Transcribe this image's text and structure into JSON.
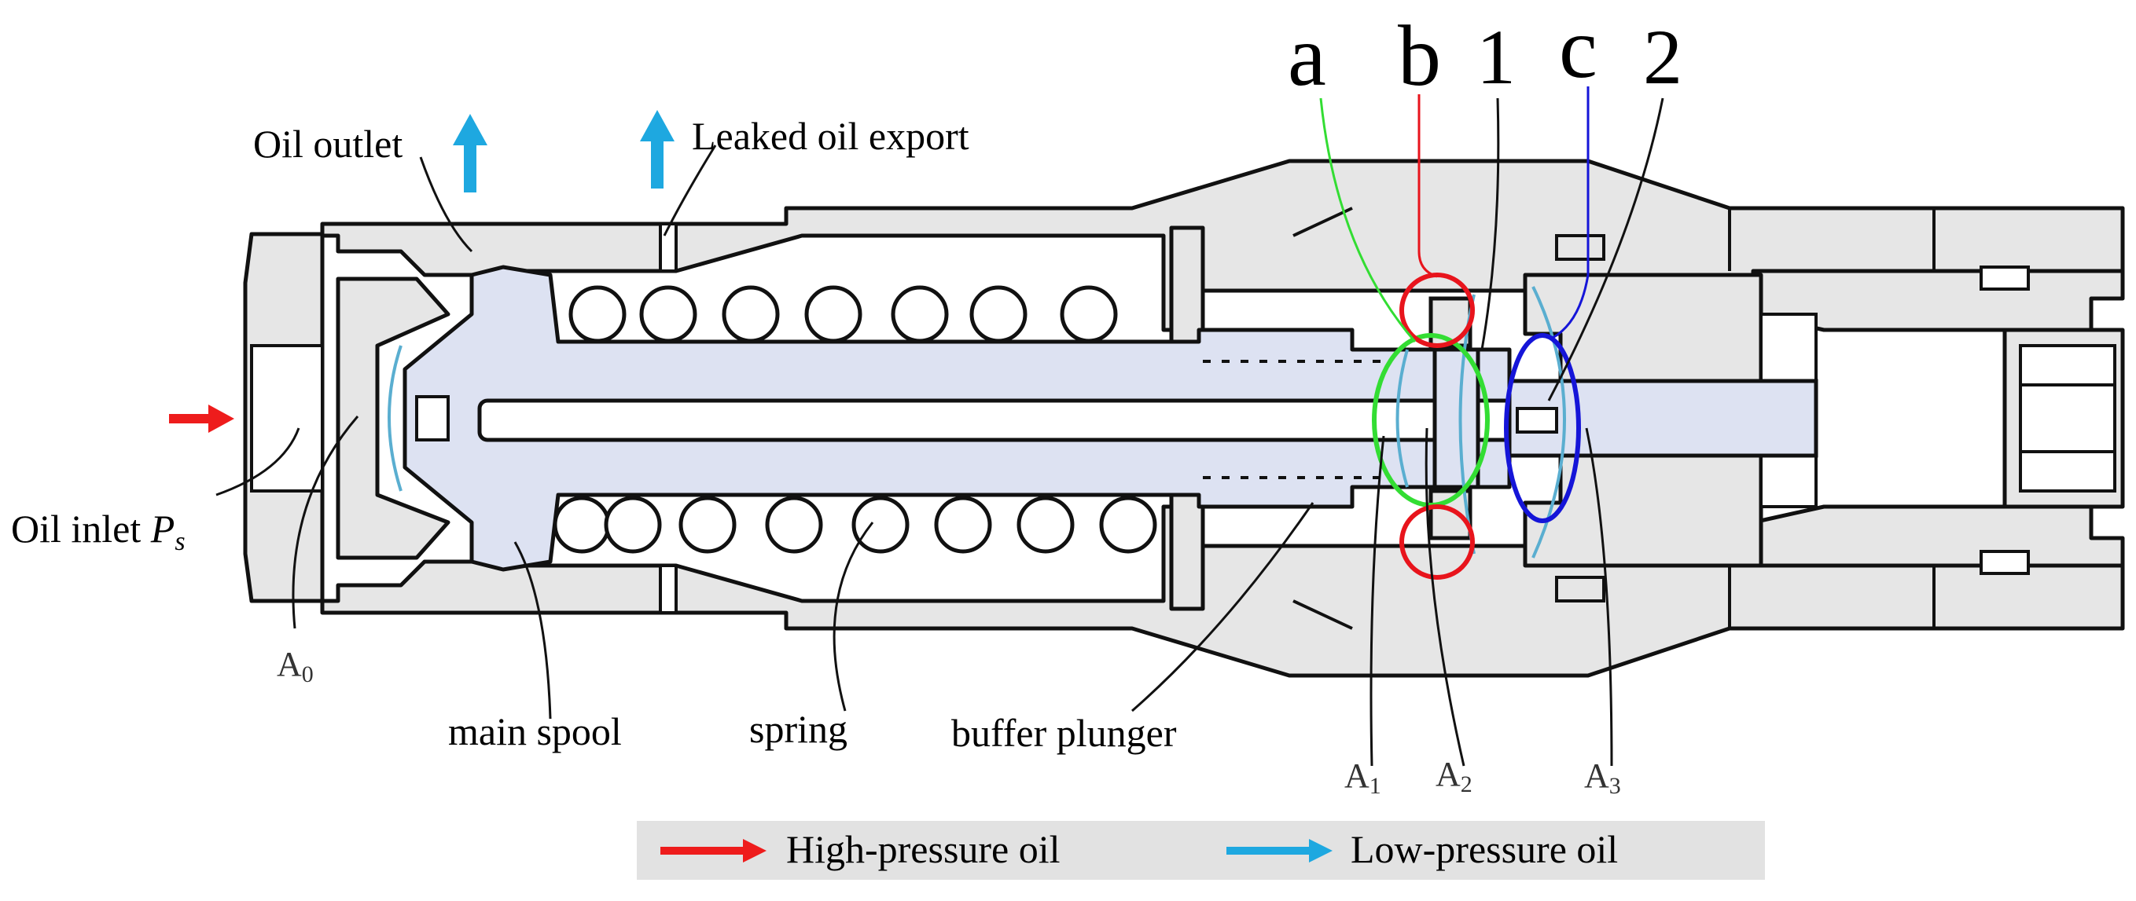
{
  "labels": {
    "oil_outlet": "Oil outlet",
    "leaked_oil_export": "Leaked oil export",
    "oil_inlet": "Oil inlet",
    "oil_inlet_symbol": "P",
    "oil_inlet_symbol_sub": "s",
    "main_spool": "main spool",
    "spring": "spring",
    "buffer_plunger": "buffer plunger"
  },
  "markers": {
    "a": "a",
    "b": "b",
    "one": "1",
    "c": "c",
    "two": "2"
  },
  "areas": {
    "A0": {
      "base": "A",
      "sub": "0"
    },
    "A1": {
      "base": "A",
      "sub": "1"
    },
    "A2": {
      "base": "A",
      "sub": "2"
    },
    "A3": {
      "base": "A",
      "sub": "3"
    }
  },
  "legend": {
    "high_pressure": "High-pressure oil",
    "low_pressure": "Low-pressure oil"
  },
  "colors": {
    "high_pressure": "#ee1c1c",
    "low_pressure": "#1ea8e0",
    "housing": "#e6e6e6",
    "spool": "#dde2f2",
    "marker_a": "#33dd33",
    "marker_b": "#e8141c",
    "marker_c": "#1515d8",
    "legend_bg": "#e2e2e2"
  }
}
